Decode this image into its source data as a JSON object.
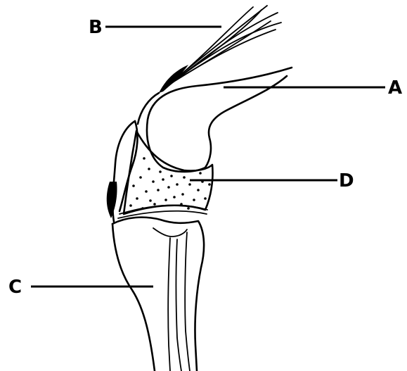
{
  "diagram": {
    "labels": {
      "A": "A",
      "B": "B",
      "C": "C",
      "D": "D"
    }
  },
  "colors": {
    "ink": "#000000",
    "background": "#ffffff"
  }
}
